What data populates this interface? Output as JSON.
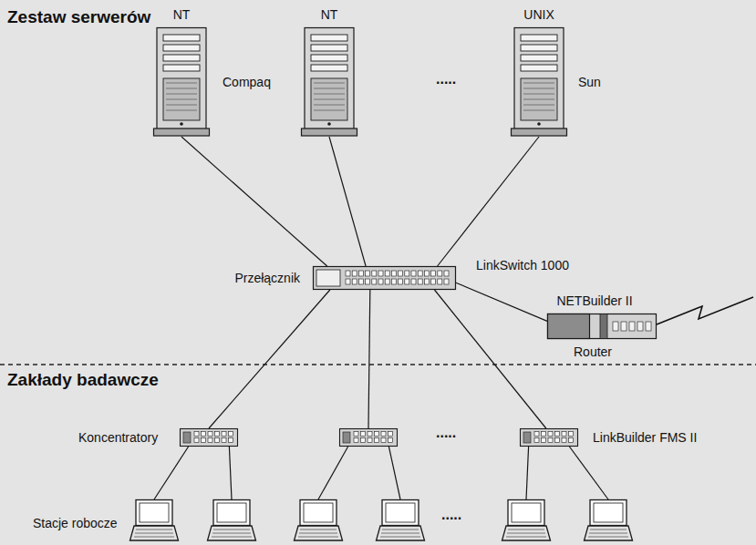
{
  "diagram": {
    "nodes": [
      {
        "text": [
          "NT",
          "Compaq"
        ]
      },
      {
        "text": [
          "NT"
        ]
      },
      {
        "text": [
          "UNIX",
          "Sun"
        ]
      },
      {
        "text": [
          "Przełącznik",
          "LinkSwitch 1000"
        ]
      },
      {
        "text": [
          "NETBuilder II",
          "Router"
        ]
      },
      {
        "text": []
      },
      {
        "text": []
      },
      {
        "text": [
          "LinkBuilder FMS II"
        ]
      },
      {
        "text": []
      },
      {
        "text": []
      },
      {
        "text": []
      },
      {
        "text": []
      },
      {
        "text": []
      },
      {
        "text": []
      }
    ],
    "edges": [
      {
        "from": 0,
        "to": 3,
        "arrow": "none"
      },
      {
        "from": 1,
        "to": 3,
        "arrow": "none"
      },
      {
        "from": 2,
        "to": 3,
        "arrow": "none"
      },
      {
        "from": 3,
        "to": 4,
        "arrow": "none"
      },
      {
        "from": 3,
        "to": 5,
        "arrow": "none"
      },
      {
        "from": 3,
        "to": 6,
        "arrow": "none"
      },
      {
        "from": 3,
        "to": 7,
        "arrow": "none"
      },
      {
        "from": 5,
        "to": 8,
        "arrow": "none"
      },
      {
        "from": 5,
        "to": 9,
        "arrow": "none"
      },
      {
        "from": 6,
        "to": 10,
        "arrow": "none"
      },
      {
        "from": 6,
        "to": 11,
        "arrow": "none"
      },
      {
        "from": 7,
        "to": 12,
        "arrow": "none"
      },
      {
        "from": 7,
        "to": 13,
        "arrow": "none"
      }
    ],
    "labels": [
      "Zestaw serwerów",
      ".....",
      "Zakłady badawcze",
      "Koncentratory",
      ".....",
      "Stacje robocze",
      "....."
    ]
  }
}
